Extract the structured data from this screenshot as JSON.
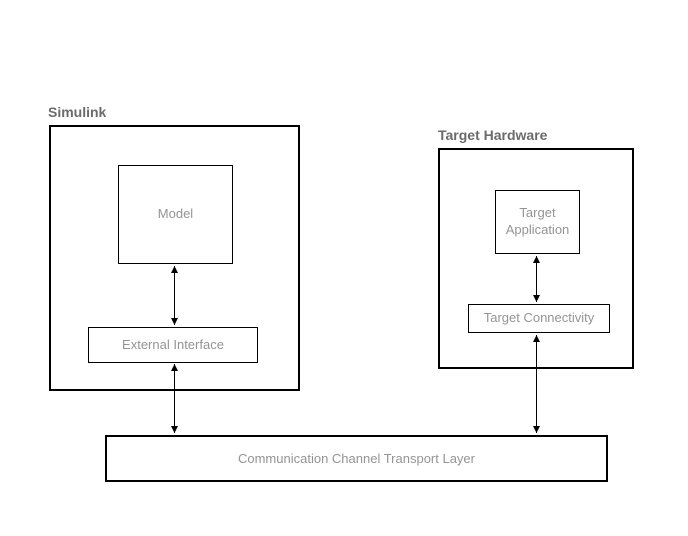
{
  "diagram": {
    "simulink": {
      "label": "Simulink",
      "model_label": "Model",
      "external_interface_label": "External Interface"
    },
    "target_hardware": {
      "label": "Target Hardware",
      "target_application_label": "Target Application",
      "target_connectivity_label": "Target Connectivity"
    },
    "transport_layer_label": "Communication Channel Transport Layer",
    "connections": [
      "Model <-> External Interface",
      "External Interface <-> Communication Channel Transport Layer",
      "Target Application <-> Target Connectivity",
      "Target Connectivity <-> Communication Channel Transport Layer"
    ],
    "colors": {
      "background": "#ffffff",
      "container_border": "#000000",
      "inner_border": "#000000",
      "group_label_text": "#6b6b6b",
      "box_text": "#949494",
      "arrow": "#000000"
    }
  }
}
